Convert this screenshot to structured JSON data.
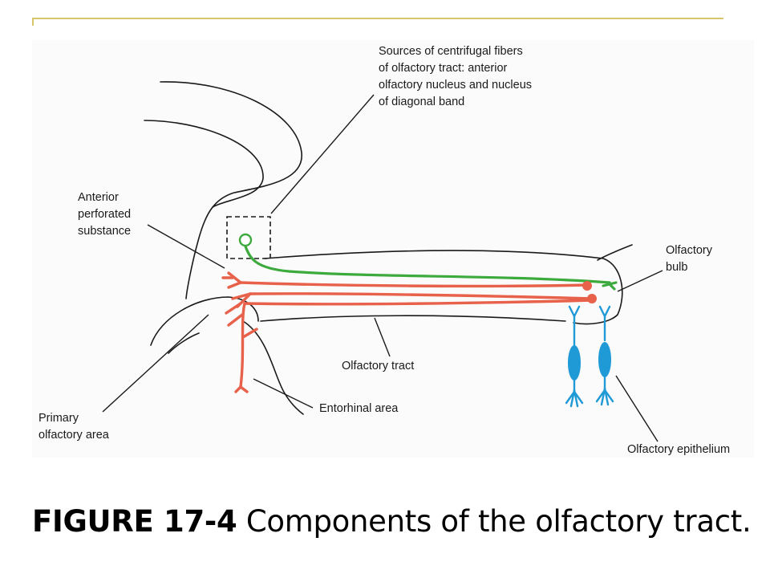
{
  "labels": {
    "sources": [
      "Sources of centrifugal fibers",
      "of olfactory tract: anterior",
      "olfactory nucleus and nucleus",
      "of diagonal band"
    ],
    "anterior_perforated": [
      "Anterior",
      "perforated",
      "substance"
    ],
    "olfactory_bulb": [
      "Olfactory",
      "bulb"
    ],
    "olfactory_tract": "Olfactory tract",
    "entorhinal": "Entorhinal area",
    "primary_olfactory": [
      "Primary",
      "olfactory area"
    ],
    "olfactory_epithelium": "Olfactory epithelium"
  },
  "caption": {
    "number": "FIGURE 17-4",
    "text": " Components of the olfactory tract."
  },
  "colors": {
    "outline": "#1a1a1a",
    "red_fibers": "#e8614a",
    "green_fiber": "#3daa3d",
    "blue_receptors": "#1f9ad6",
    "accent_line": "#d8c46a"
  }
}
